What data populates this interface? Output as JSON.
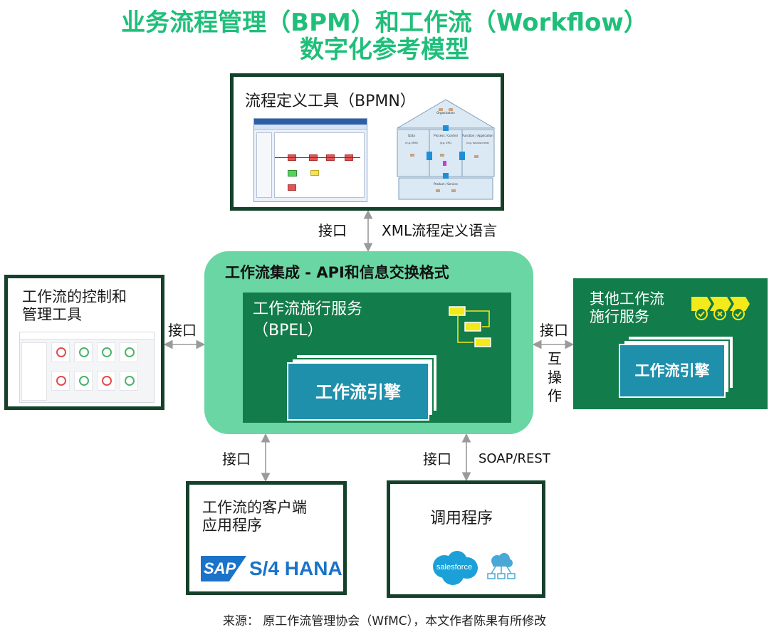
{
  "title": {
    "line1": "业务流程管理（BPM）和工作流（Workflow）",
    "line2": "数字化参考模型"
  },
  "bpmn_tool": {
    "label": "流程定义工具（BPMN）",
    "house_labels": {
      "organization": "Organization",
      "data": "Data",
      "data_sub": "(e.g. ERM)",
      "process": "Process / Control",
      "process_sub": "(e.g. EPC)",
      "function": "Function / Application",
      "function_sub": "(e.g. function tree)",
      "product": "Product / Service"
    }
  },
  "connectors": {
    "top_interface": "接口",
    "top_language": "XML流程定义语言",
    "left_interface": "接口",
    "right_interface": "接口",
    "right_interop": [
      "互",
      "操",
      "作"
    ],
    "bottom_left_interface": "接口",
    "bottom_right_interface": "接口",
    "bottom_right_protocol": "SOAP/REST"
  },
  "control_tool": {
    "label_line1": "工作流的控制和",
    "label_line2": "管理工具"
  },
  "integration": {
    "title": "工作流集成 - API和信息交换格式",
    "exec_service_line1": "工作流施行服务",
    "exec_service_line2": "（BPEL）",
    "engine": "工作流引擎"
  },
  "other_services": {
    "label_line1": "其他工作流",
    "label_line2": "施行服务",
    "engine": "工作流引擎"
  },
  "client_app": {
    "label_line1": "工作流的客户端",
    "label_line2": "应用程序",
    "sap_flag": "SAP",
    "sap_text": "S/4 HANA"
  },
  "caller": {
    "label": "调用程序",
    "salesforce": "salesforce"
  },
  "footer": "来源： 原工作流管理协会（WfMC），本文作者陈果有所修改",
  "colors": {
    "title_green": "#1fbf7a",
    "dark_green": "#127c4a",
    "border_green": "#15412a",
    "light_green": "#69d6a3",
    "teal": "#1f90ac",
    "yellow": "#f2ea1a"
  }
}
